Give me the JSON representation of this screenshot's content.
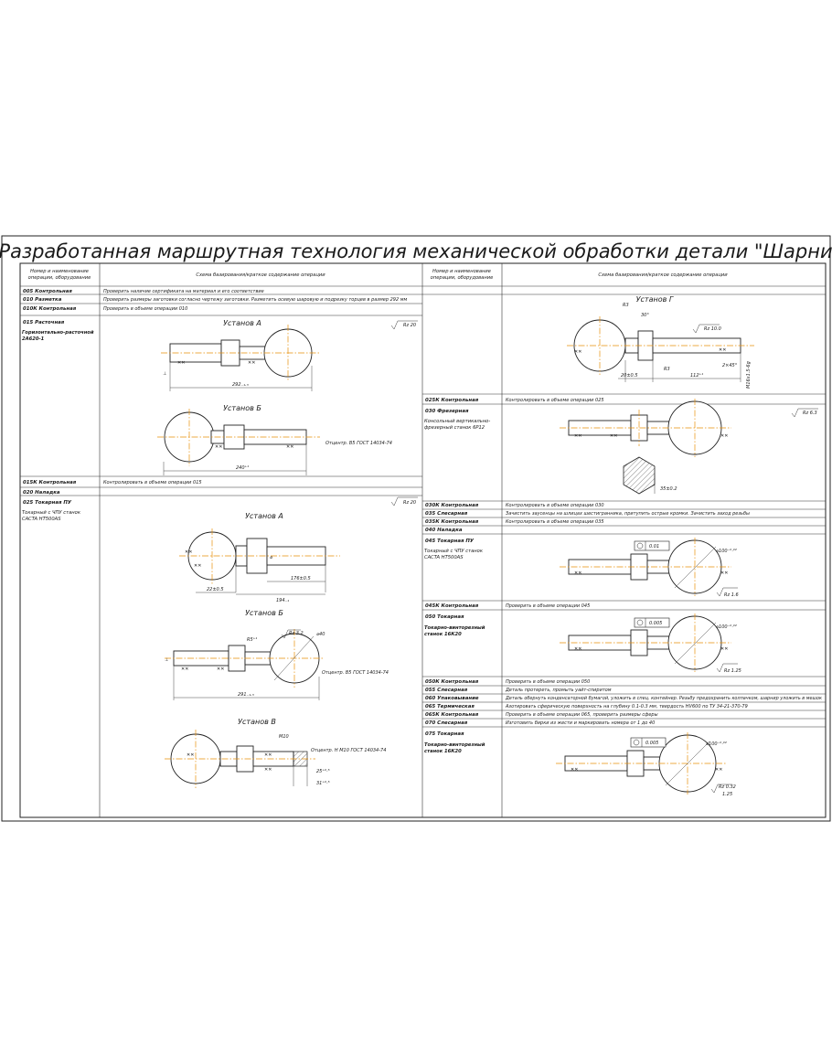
{
  "title": "Разработанная маршрутная технология механической обработки детали \"Шарнир\"",
  "headers": {
    "left_col1": [
      "Номер и наименование",
      "операции, оборудование"
    ],
    "left_col2": "Схема базирования/краткое содержание операции",
    "right_col1": [
      "Номер и наименование",
      "операции, оборудование"
    ],
    "right_col2": "Схема базирования/краткое содержание операции"
  },
  "left_rows": [
    {
      "op": "005 Контрольная",
      "desc": "Проверить наличие сертификата на материал и его соответствие"
    },
    {
      "op": "010 Разметка",
      "desc": "Проверить размеры заготовки согласно чертежу заготовки. Разметить осевую шаровую и подрезку торцев в размер 292 мм"
    },
    {
      "op": "010К Контрольная",
      "desc": "Проверить в объеме операции 010"
    },
    {
      "op": "015 Расточная",
      "equip": "Горизонтально-расточной 2А620-1",
      "setups": [
        "Установ А",
        "Установ Б"
      ],
      "roughness": "Rz 20"
    },
    {
      "op": "015К Контрольная",
      "desc": "Контролировать в объеме операции 015"
    },
    {
      "op": "020 Наладка"
    },
    {
      "op": "025 Токарная ПУ",
      "equip": "Токарный с ЧПУ станок CACTA HT500AS",
      "setups": [
        "Установ А",
        "Установ Б",
        "Установ В"
      ],
      "roughness": "Rz 20"
    }
  ],
  "right_rows": [
    {
      "setup": "Установ Г",
      "roughness": "Rz 10.0"
    },
    {
      "op": "025К Контрольная",
      "desc": "Контролировать в объеме операции 025"
    },
    {
      "op": "030 Фрезерная",
      "equip": "Консольный вертикально-фрезерный станок 6Р12",
      "roughness": "Rz 6.3"
    },
    {
      "op": "030К Контрольная",
      "desc": "Контролировать в объеме операции 030"
    },
    {
      "op": "035 Слесарная",
      "desc": "Зачистить заусенцы на шлицах шестигранника, притупить острые кромки. Зачистить заход резьбы"
    },
    {
      "op": "035К Контрольная",
      "desc": "Контролировать в объеме операции 035"
    },
    {
      "op": "040 Наладка"
    },
    {
      "op": "045 Токарная ПУ",
      "equip": "Токарный с ЧПУ станок CACTA HT500AS",
      "tol": "0.01",
      "roughness": "Rz 1.6"
    },
    {
      "op": "045К Контрольная",
      "desc": "Проверить в объеме операции 045"
    },
    {
      "op": "050 Токарная",
      "equip": "Токарно-винторезный станок 16К20",
      "tol": "0.005",
      "roughness": "Rz 1.25"
    },
    {
      "op": "050К Контрольная",
      "desc": "Проверить в объеме операции 050"
    },
    {
      "op": "055 Слесарная",
      "desc": "Деталь протереть, промыть уайт-спиритом"
    },
    {
      "op": "060 Упаковывание",
      "desc": "Деталь обернуть конденсаторной бумагой, уложить в спец. контейнер. Резьбу предохранить колпачком, шарнир уложить в мешок"
    },
    {
      "op": "065 Термическая",
      "desc": "Азотировать сферическую поверхность на глубину 0.1-0.3 мм, твердость HV600 по ТУ 34-21-370-79"
    },
    {
      "op": "065К Контрольная",
      "desc": "Проверить в объеме операции 065, проверить размеры сферы"
    },
    {
      "op": "070 Слесарная",
      "desc": "Изготовить бирки из жести и маркировать номера от 1 до 40"
    },
    {
      "op": "075 Токарная",
      "equip": "Токарно-винторезный станок 16К20",
      "tol": "0.005",
      "roughness": [
        "Rz 0.32",
        "1.25"
      ]
    }
  ],
  "dims": {
    "d292": "292₋₁.₃",
    "d240": "240⁺¹",
    "d194": "194₋₁",
    "d176": "176±0.5",
    "d22": "22±0.5",
    "d291": "291₋₁.₃",
    "d35": "35±0.2",
    "d20": "20±0.5",
    "d112": "112⁺¹",
    "dR3a": "R3",
    "dR3b": "R3",
    "d30deg": "30°",
    "d2x45": "2×45°",
    "dM16": "M16x1.5-6g",
    "d40": "⌀40",
    "d5": "R5⁺¹",
    "d100a": "⌀100⁻⁰·⁰²",
    "d100b": "⌀100⁻⁰·⁰²",
    "d100c": "⌀100⁻⁰·⁰²",
    "d100d": "⌀100⁻⁰·⁰²",
    "dM10": "М10",
    "d25": "25⁺⁰·⁵",
    "d31": "31⁺⁰·⁵"
  },
  "centers": [
    "Отцентр. В5 ГОСТ 14034-74",
    "Отцентр. В5 ГОСТ 14034-74",
    "Отцентр. Н М10 ГОСТ 14034-74"
  ]
}
